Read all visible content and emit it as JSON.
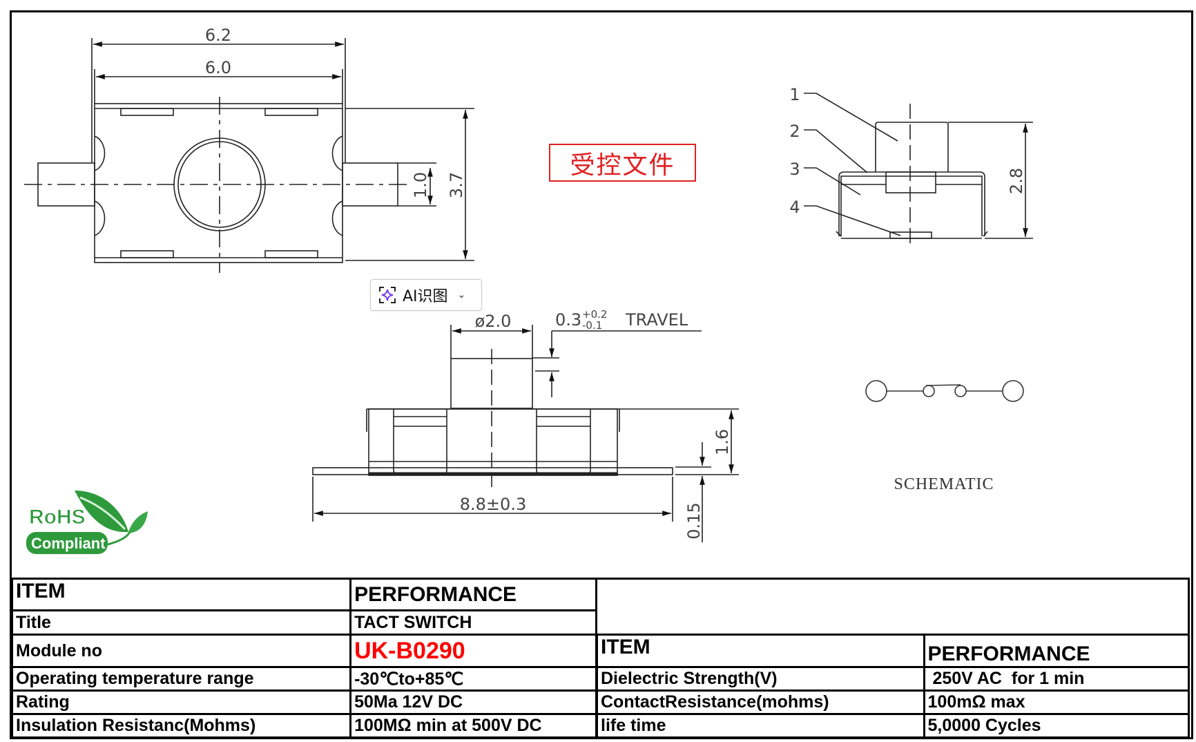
{
  "drawing": {
    "top_view": {
      "dim_overall_width": "6.2",
      "dim_body_width": "6.0",
      "dim_terminal_width": "1.0",
      "dim_body_height": "3.7"
    },
    "side_view": {
      "callouts": [
        "1",
        "2",
        "3",
        "4"
      ],
      "dim_height": "2.8"
    },
    "front_view": {
      "dim_plunger_diameter": "ø2.0",
      "travel_base": "0.3",
      "travel_tol_plus": "+0.2",
      "travel_tol_minus": "-0.1",
      "travel_label": "TRAVEL",
      "dim_body_height": "1.6",
      "dim_overall_length": "8.8±0.3",
      "dim_terminal_thickness": "0.15"
    },
    "schematic_label": "SCHEMATIC",
    "stamp_text": "受控文件",
    "rohs": {
      "line1": "RoHS",
      "line2": "Compliant",
      "color": "#2e9a3c"
    }
  },
  "overlay": {
    "ai_button_label": "AI识图",
    "ai_icon_color": "#7c3aed"
  },
  "spec_table_left": {
    "header": {
      "item": "ITEM",
      "performance": "PERFORMANCE"
    },
    "rows": [
      {
        "item": "Title",
        "value": "TACT SWITCH"
      },
      {
        "item": "Module no",
        "value": "UK-B0290",
        "value_color": "#ff0000"
      },
      {
        "item": "Operating temperature range",
        "value": "-30℃to+85℃"
      },
      {
        "item": "Rating",
        "value": "50Ma 12V DC"
      },
      {
        "item": "Insulation Resistanc(Mohms)",
        "value": "100MΩ min at 500V DC"
      }
    ]
  },
  "spec_table_right": {
    "header": {
      "item": "ITEM",
      "performance": "PERFORMANCE"
    },
    "rows": [
      {
        "item": "Dielectric Strength(V)",
        "value": " 250V AC  for 1 min"
      },
      {
        "item": "ContactResistance(mohms)",
        "value": "100mΩ max"
      },
      {
        "item": "life time",
        "value": "5,0000 Cycles"
      }
    ]
  }
}
